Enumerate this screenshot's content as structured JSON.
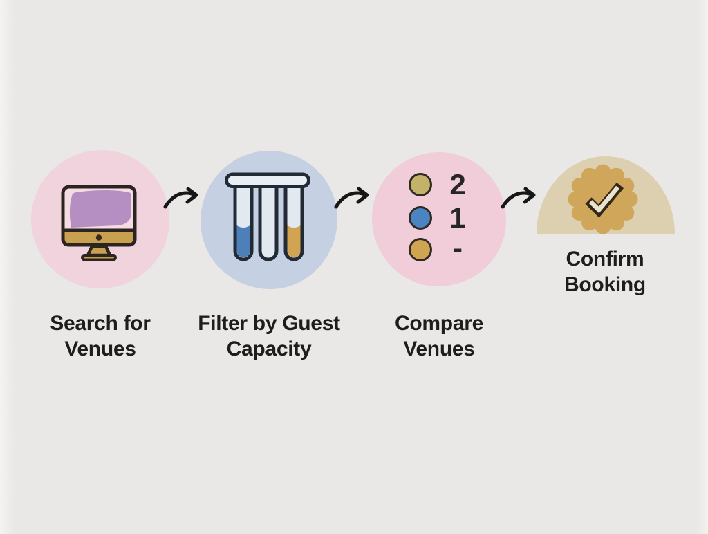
{
  "background_color": "#e9e8e6",
  "text_color": "#1d1d1b",
  "arrow_color": "#161616",
  "diagram": {
    "type": "process-flow",
    "steps": [
      {
        "name": "search-for-venues",
        "label_lines": [
          "Search for",
          "Venues"
        ],
        "icon": "desktop-monitor-icon",
        "bubble_shape": "circle",
        "bubble_color": "#f1d3dd",
        "icon_colors": {
          "screen_shape": "#b58fc1",
          "base": "#c9a050",
          "outline": "#2b2420"
        }
      },
      {
        "name": "filter-by-guest-capacity",
        "label_lines": [
          "Filter by Guest",
          "Capacity"
        ],
        "icon": "filter-test-tubes-icon",
        "bubble_shape": "circle",
        "bubble_color": "#c5d1e2",
        "icon_colors": {
          "left_tube_fill": "#4d80b8",
          "right_tube_fill": "#d1a452",
          "outline": "#222a36"
        }
      },
      {
        "name": "compare-venues",
        "label_lines": [
          "Compare",
          "Venues"
        ],
        "icon": "ranking-dots-icon",
        "bubble_shape": "circle",
        "bubble_color": "#f0cdd8",
        "ranking": [
          {
            "dot_color": "#c3b36a",
            "value": "2"
          },
          {
            "dot_color": "#4a84c3",
            "value": "1"
          },
          {
            "dot_color": "#d0a551",
            "value": "-"
          }
        ]
      },
      {
        "name": "confirm-booking",
        "label_lines": [
          "Confirm",
          "Booking"
        ],
        "icon": "verified-badge-check-icon",
        "bubble_shape": "semicircle-dome",
        "bubble_color": "#dcd0b0",
        "badge_color": "#cfa65a",
        "check_colors": {
          "outline": "#32281a",
          "fill": "#ece3cd"
        }
      }
    ]
  }
}
